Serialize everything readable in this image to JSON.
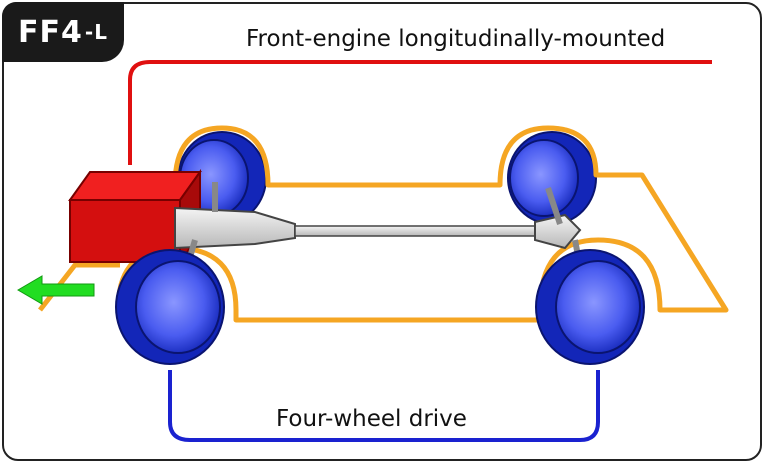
{
  "badge": {
    "main": "FF4",
    "sub": "-L"
  },
  "labels": {
    "engine_layout": "Front-engine longitudinally-mounted",
    "drive": "Four-wheel drive"
  },
  "colors": {
    "engine": "#e01010",
    "engine_line": "#e01010",
    "drive_line": "#1a22d0",
    "chassis": "#f5a623",
    "wheel_dark": "#1326b8",
    "wheel_light": "#6e7cff",
    "arrow": "#22dd22",
    "shaft": "#d6d6d6"
  }
}
